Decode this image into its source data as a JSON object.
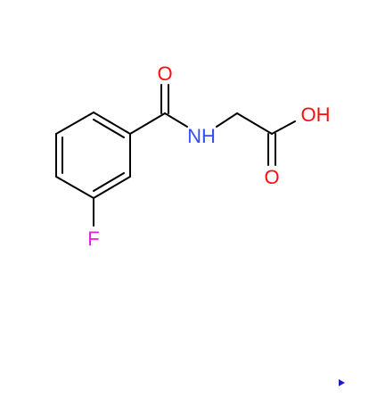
{
  "molecule": {
    "atoms": {
      "carbonyl_oxygen": {
        "label": "O",
        "color": "#ff0d0d"
      },
      "amide_nitrogen": {
        "label": "NH",
        "color": "#3050f8"
      },
      "hydroxyl": {
        "label": "OH",
        "color": "#ff0d0d"
      },
      "acid_oxygen": {
        "label": "O",
        "color": "#ff0d0d"
      },
      "fluorine": {
        "label": "F",
        "color": "#e020e0"
      }
    },
    "bond_color": "#000000"
  },
  "corner_marker": {
    "icon": "play-triangle-icon",
    "color": "#1a1acc"
  }
}
